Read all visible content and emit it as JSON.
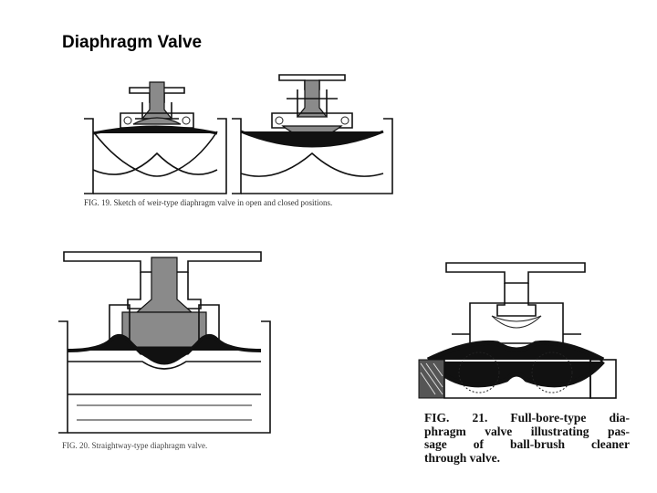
{
  "slide": {
    "title": "Diaphragm Valve"
  },
  "figures": [
    {
      "id": "fig19",
      "caption": "FIG. 19. Sketch of weir-type diaphragm valve in open and closed positions."
    },
    {
      "id": "fig20",
      "caption": "FIG. 20. Straightway-type diaphragm valve."
    },
    {
      "id": "fig21",
      "caption_lines": [
        "FIG. 21. Full-bore-type dia-",
        "phragm valve illustrating pas-",
        "sage of ball-brush cleaner",
        "through valve."
      ]
    }
  ]
}
